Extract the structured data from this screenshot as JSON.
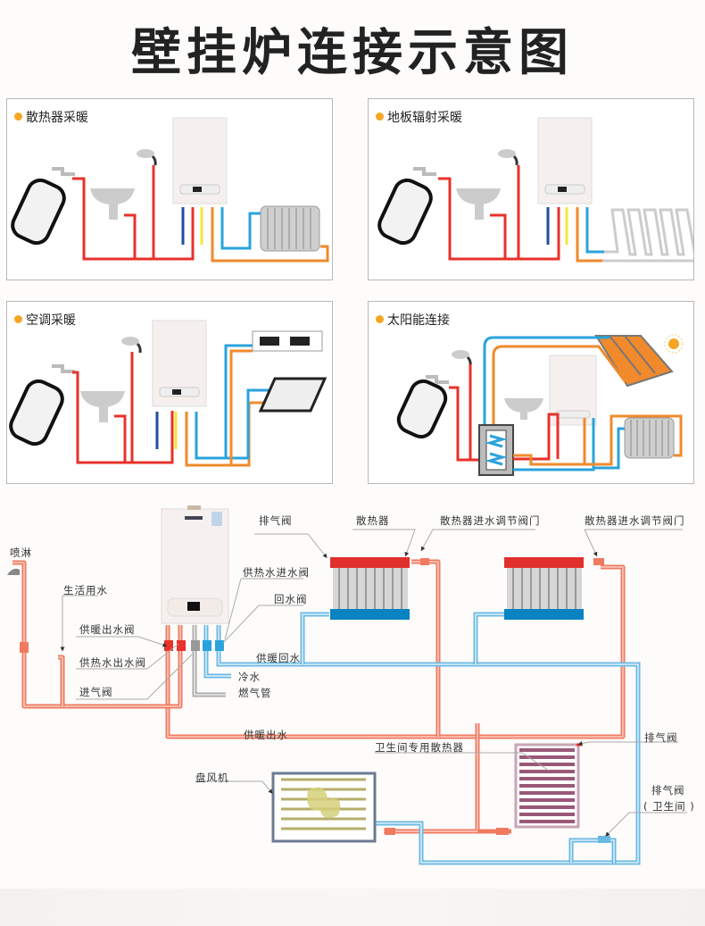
{
  "title": "壁挂炉连接示意图",
  "panels": [
    {
      "label": "散热器采暖"
    },
    {
      "label": "地板辐射采暖"
    },
    {
      "label": "空调采暖"
    },
    {
      "label": "太阳能连接"
    }
  ],
  "main_diagram": {
    "labels": {
      "shower": "喷淋",
      "domestic_water": "生活用水",
      "heating_out_valve": "供暖出水阀",
      "hot_water_out_valve": "供热水出水阀",
      "gas_inlet_valve": "进气阀",
      "hot_water_in_valve": "供热水进水阀",
      "return_valve": "回水阀",
      "heating_return": "供暖回水",
      "cold_water": "冷水",
      "gas_pipe": "燃气管",
      "vent_valve_1": "排气阀",
      "radiator": "散热器",
      "radiator_inlet_valve_1": "散热器进水调节阀门",
      "radiator_inlet_valve_2": "散热器进水调节阀门",
      "heating_out": "供暖出水",
      "bathroom_radiator": "卫生间专用散热器",
      "fan_coil": "盘风机",
      "vent_valve_2": "排气阀",
      "vent_valve_bathroom": "排气阀",
      "vent_valve_bathroom_note": "( 卫生间 )"
    }
  },
  "colors": {
    "hot_red": "#e8322b",
    "heating_orange": "#f08a2c",
    "cold_blue": "#2aa3dc",
    "inlet_dark_blue": "#1f4fa0",
    "gas_yellow": "#f5e63a",
    "pipe_salmon": "#f07a60",
    "pipe_light_blue": "#6bb9e3",
    "radiator_top": "#e1302b",
    "radiator_bottom": "#0a83c2",
    "towel_rail": "#9a5878",
    "accent_dot": "#f5a623"
  }
}
